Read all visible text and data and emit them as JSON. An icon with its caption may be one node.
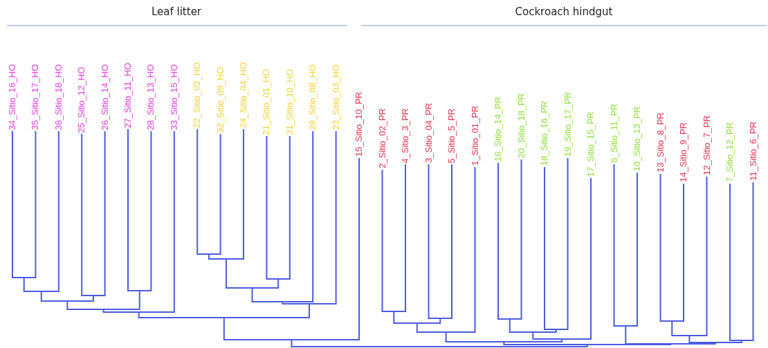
{
  "diagram": {
    "labels": [
      "Leaf litter",
      "Cockroach hindgut",
      "34_Sitio_16_HO",
      "35_Sitio_17_HO",
      "36_Sitio_18_HO",
      "25_Sitio_12_HO",
      "26_Sitio_14_HO",
      "27_Sitio_11_HO",
      "28_Sitio_13_HO",
      "33_Sitio_15_HO",
      "22_Sitio_02_HO",
      "32_Sitio_09_HO",
      "24_Sitio_04_HO",
      "21_Sitio_01_HO",
      "31_Sitio_10_HO",
      "29_Sitio_08_HO",
      "23_Sitio_03_HO",
      "15_Sitio_10_PR",
      "2_Sitio_02_PR",
      "4_Sitio_3_PR",
      "3_Sitio_04_PR",
      "5_Sitio_5_PR",
      "1_Sitio_01_PR",
      "16_Sitio_14_PR",
      "20_Sitio_18_PR",
      "18_Sitio_16_PR",
      "19_Sitio_17_PR",
      "17_Sitio_15_PR",
      "6_Sitio_11_PR",
      "10_Sitio_13_PR",
      "13_Sitio_8_PR",
      "14_Sitio_9_PR",
      "12_Sitio_7_PR",
      "7_Sitio_12_PR",
      "11_Sitio_6_PR"
    ]
  }
}
